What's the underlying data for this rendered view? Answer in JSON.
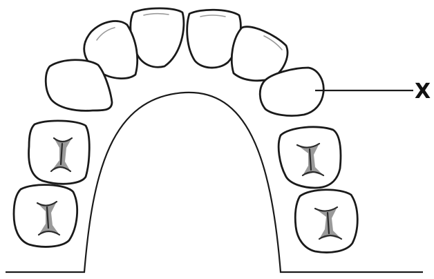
{
  "diagram": {
    "type": "dental-arch",
    "teeth": [
      {
        "name": "upper-central-incisor-left"
      },
      {
        "name": "upper-central-incisor-right"
      },
      {
        "name": "upper-lateral-incisor-left"
      },
      {
        "name": "upper-lateral-incisor-right"
      },
      {
        "name": "upper-canine-left"
      },
      {
        "name": "upper-canine-right"
      },
      {
        "name": "upper-first-premolar-left"
      },
      {
        "name": "upper-first-premolar-right"
      },
      {
        "name": "upper-second-premolar-left"
      },
      {
        "name": "upper-second-premolar-right"
      }
    ],
    "label": {
      "text": "X",
      "points_to": "upper-canine-right"
    }
  }
}
